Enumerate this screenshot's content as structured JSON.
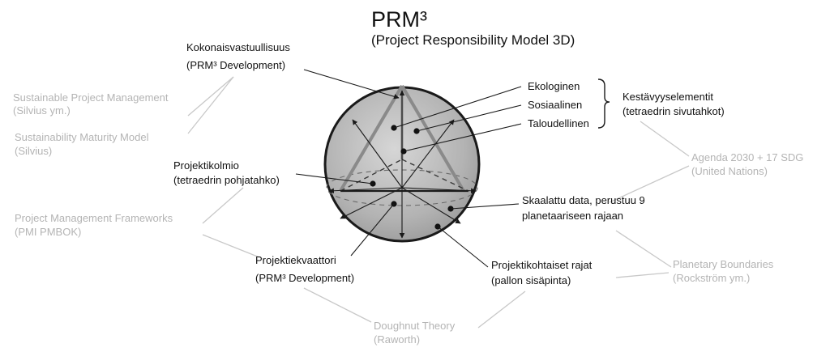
{
  "title": "PRM³",
  "subtitle": "(Project Responsibility Model 3D)",
  "labels": {
    "kokonaisvastuullisuus": {
      "line1": "Kokonaisvastuullisuus",
      "line2": "(PRM³ Development)"
    },
    "projektikolmio": {
      "line1": "Projektikolmio",
      "line2": "(tetraedrin pohjatahko)"
    },
    "projektiekvaattori": {
      "line1": "Projektiekvaattori",
      "line2": "(PRM³ Development)"
    },
    "projektikohtaiset": {
      "line1": "Projektikohtaiset rajat",
      "line2": "(pallon sisäpinta)"
    },
    "skaalattu": {
      "line1": "Skaalattu data, perustuu 9",
      "line2": "planetaariseen rajaan"
    },
    "ekologinen": "Ekologinen",
    "sosiaalinen": "Sosiaalinen",
    "taloudellinen": "Taloudellinen",
    "kestavyys": {
      "line1": "Kestävyyselementit",
      "line2": "(tetraedrin sivutahkot)"
    }
  },
  "external": {
    "sustainable_pm": {
      "line1": "Sustainable Project Management",
      "line2": "(Silvius ym.)"
    },
    "maturity_model": {
      "line1": "Sustainability Maturity Model",
      "line2": "(Silvius)"
    },
    "pm_frameworks": {
      "line1": "Project Management Frameworks",
      "line2": "(PMI PMBOK)"
    },
    "doughnut": {
      "line1": "Doughnut Theory",
      "line2": "(Raworth)"
    },
    "planetary": {
      "line1": "Planetary Boundaries",
      "line2": "(Rockström ym.)"
    },
    "agenda": {
      "line1": "Agenda 2030 + 17 SDG",
      "line2": "(United Nations)"
    }
  },
  "colors": {
    "sphere_fill": "#a9a9a9",
    "tetra_grey": "#8a8a8a",
    "external_text": "#b4b4b4"
  }
}
